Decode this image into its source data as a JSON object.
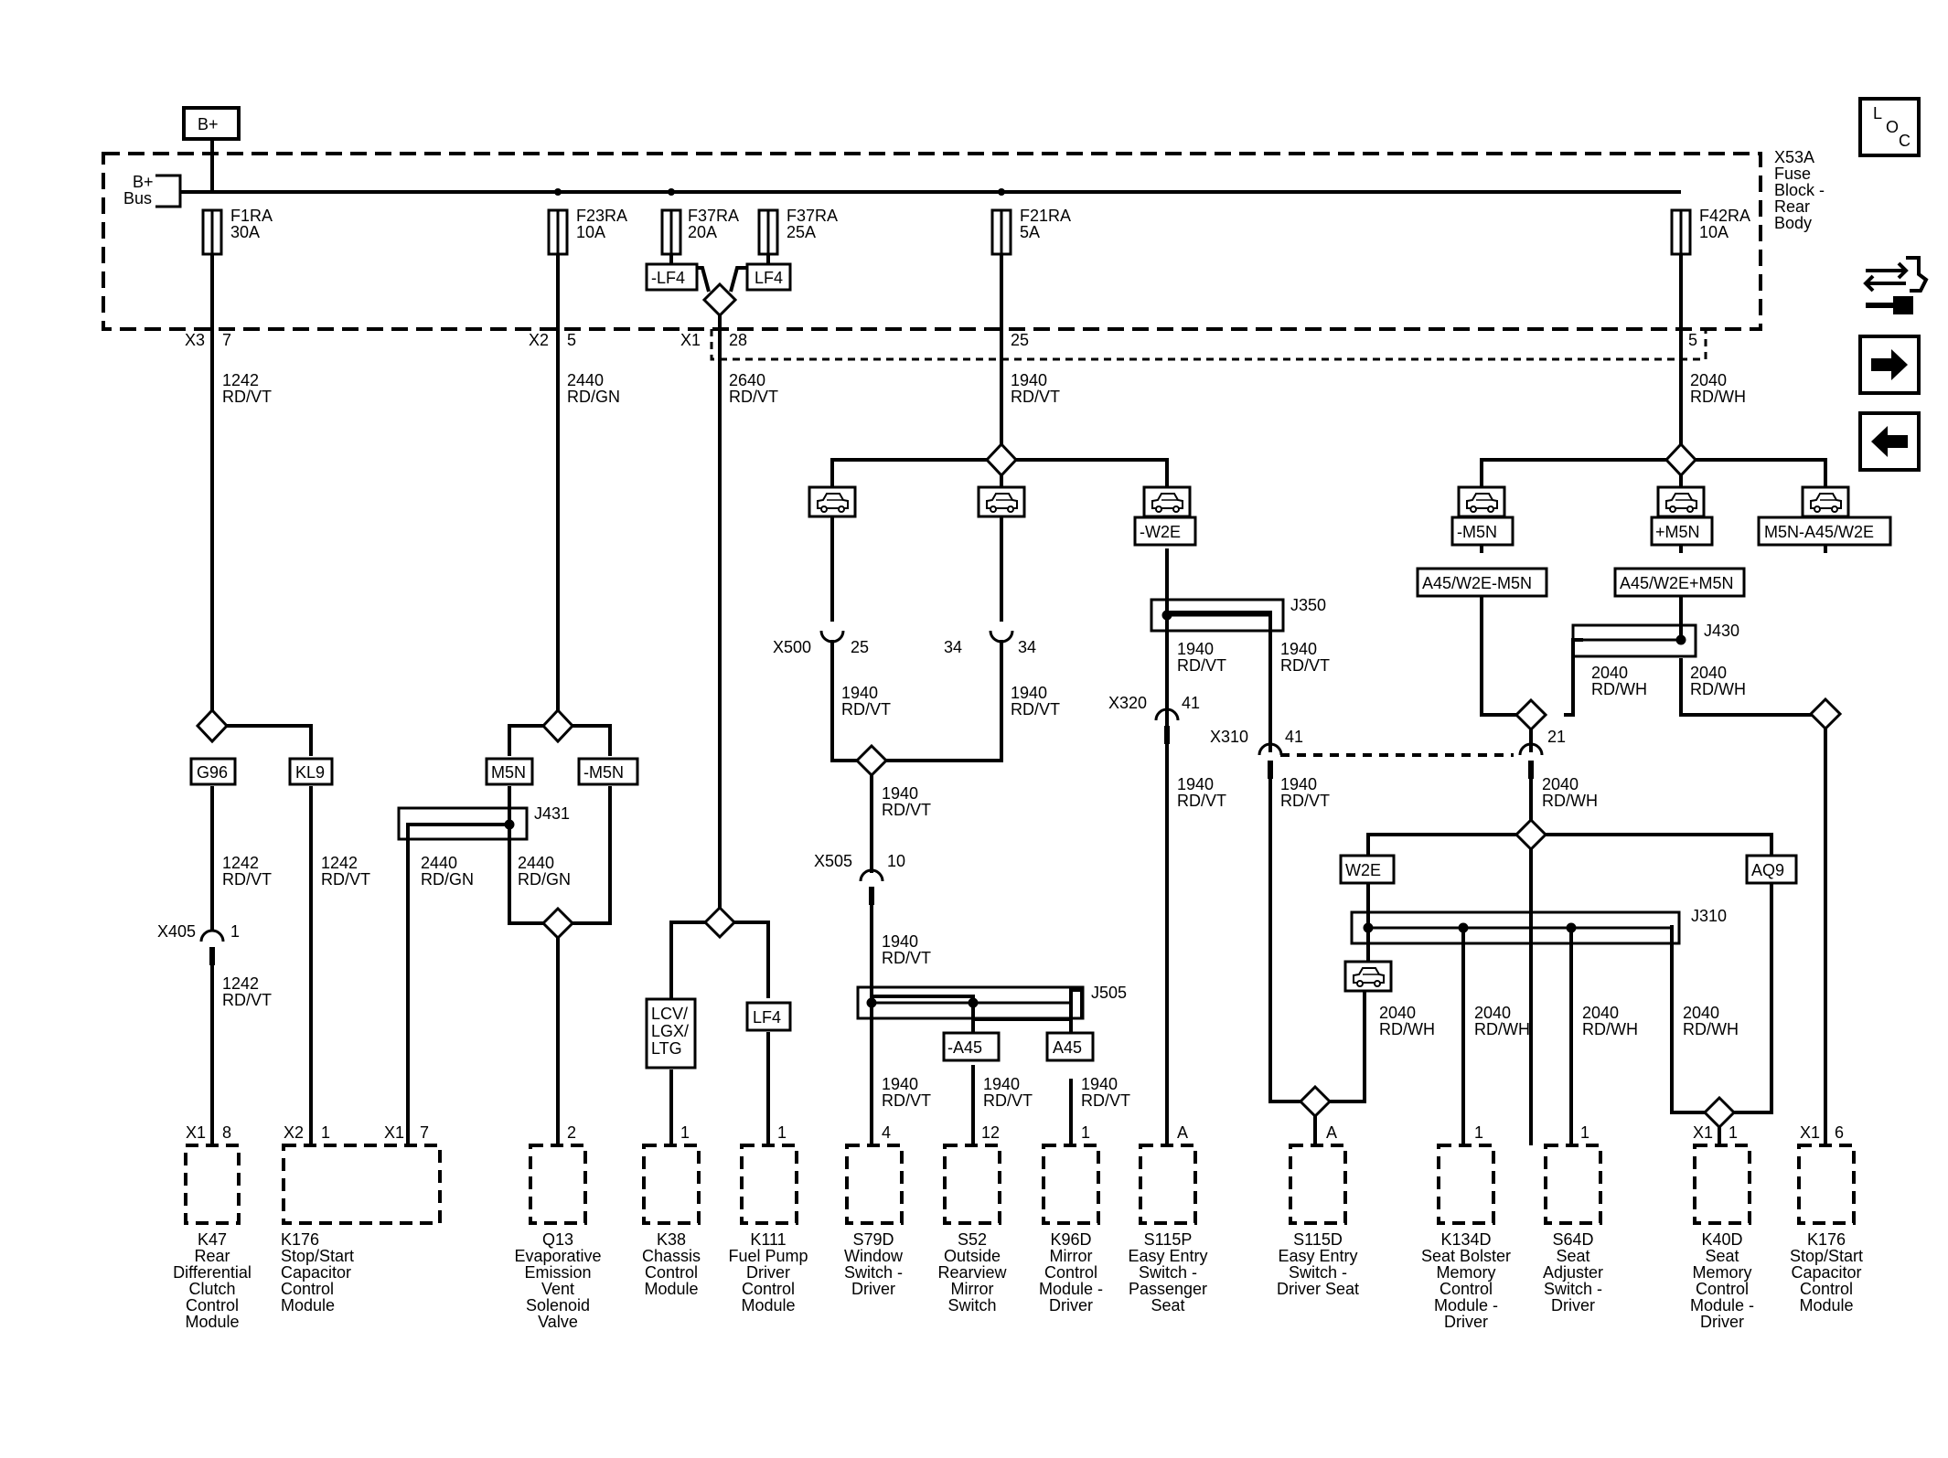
{
  "supply": {
    "bplus": "B+",
    "bus_l1": "B+",
    "bus_l2": "Bus"
  },
  "fuse_block": {
    "l1": "X53A",
    "l2": "Fuse",
    "l3": "Block -",
    "l4": "Rear",
    "l5": "Body"
  },
  "fuses": {
    "f1": {
      "name": "F1RA",
      "amp": "30A"
    },
    "f23": {
      "name": "F23RA",
      "amp": "10A"
    },
    "f37a": {
      "name": "F37RA",
      "amp": "20A"
    },
    "f37b": {
      "name": "F37RA",
      "amp": "25A"
    },
    "f21": {
      "name": "F21RA",
      "amp": "5A"
    },
    "f42": {
      "name": "F42RA",
      "amp": "10A"
    }
  },
  "options": {
    "nlf4": "-LF4",
    "lf4": "LF4",
    "g96": "G96",
    "kl9": "KL9",
    "m5n": "M5N",
    "nm5n": "-M5N",
    "lcv1": "LCV/",
    "lcv2": "LGX/",
    "lcv3": "LTG",
    "lf4b": "LF4",
    "nw2e": "-W2E",
    "nm5n2": "-M5N",
    "pm5n": "+M5N",
    "m5na": "M5N-A45/W2E",
    "a45a": "A45/W2E-M5N",
    "a45b": "A45/W2E+M5N",
    "na45": "-A45",
    "a45": "A45",
    "w2e": "W2E",
    "aq9": "AQ9"
  },
  "connectors": {
    "x3": "X3",
    "x3p": "7",
    "x2": "X2",
    "x2p": "5",
    "x1": "X1",
    "x1p": "28",
    "p25": "25",
    "p5": "5",
    "x500": "X500",
    "x500a": "25",
    "x500b": "34",
    "x505": "X505",
    "x505p": "10",
    "x405": "X405",
    "x405p": "1",
    "x320": "X320",
    "x320p": "41",
    "x310": "X310",
    "x310p": "41",
    "p21": "21"
  },
  "splices": {
    "j431": "J431",
    "j505": "J505",
    "j350": "J350",
    "j430": "J430",
    "j310": "J310"
  },
  "wires": {
    "w1242": [
      "1242",
      "RD/VT"
    ],
    "w2440": [
      "2440",
      "RD/GN"
    ],
    "w2640": [
      "2640",
      "RD/VT"
    ],
    "w1940": [
      "1940",
      "RD/VT"
    ],
    "w2040": [
      "2040",
      "RD/WH"
    ]
  },
  "pins": {
    "k47c": "X1",
    "k47p": "8",
    "k176c": "X2",
    "k176p": "1",
    "k176c2": "X1",
    "k176p2": "7",
    "q13p": "2",
    "k38p": "1",
    "k111p": "1",
    "s79p": "4",
    "s52p": "12",
    "k96p": "1",
    "s115pp": "A",
    "s115dp": "A",
    "k134p": "1",
    "s64p": "1",
    "k40c": "X1",
    "k40p": "1",
    "k176bc": "X1",
    "k176bp": "6"
  },
  "components": {
    "k47": [
      "K47",
      "Rear",
      "Differential",
      "Clutch",
      "Control",
      "Module"
    ],
    "k176": [
      "K176",
      "Stop/Start",
      "Capacitor",
      "Control",
      "Module"
    ],
    "q13": [
      "Q13",
      "Evaporative",
      "Emission",
      "Vent",
      "Solenoid",
      "Valve"
    ],
    "k38": [
      "K38",
      "Chassis",
      "Control",
      "Module"
    ],
    "k111": [
      "K111",
      "Fuel Pump",
      "Driver",
      "Control",
      "Module"
    ],
    "s79d": [
      "S79D",
      "Window",
      "Switch -",
      "Driver"
    ],
    "s52": [
      "S52",
      "Outside",
      "Rearview",
      "Mirror",
      "Switch"
    ],
    "k96d": [
      "K96D",
      "Mirror",
      "Control",
      "Module -",
      "Driver"
    ],
    "s115p": [
      "S115P",
      "Easy Entry",
      "Switch -",
      "Passenger",
      "Seat"
    ],
    "s115d": [
      "S115D",
      "Easy Entry",
      "Switch -",
      "Driver Seat"
    ],
    "k134d": [
      "K134D",
      "Seat Bolster",
      "Memory",
      "Control",
      "Module -",
      "Driver"
    ],
    "s64d": [
      "S64D",
      "Seat",
      "Adjuster",
      "Switch -",
      "Driver"
    ],
    "k40d": [
      "K40D",
      "Seat",
      "Memory",
      "Control",
      "Module -",
      "Driver"
    ],
    "k176b": [
      "K176",
      "Stop/Start",
      "Capacitor",
      "Control",
      "Module"
    ]
  },
  "nav": {
    "loc_l": "L",
    "loc_o": "O",
    "loc_c": "C"
  }
}
